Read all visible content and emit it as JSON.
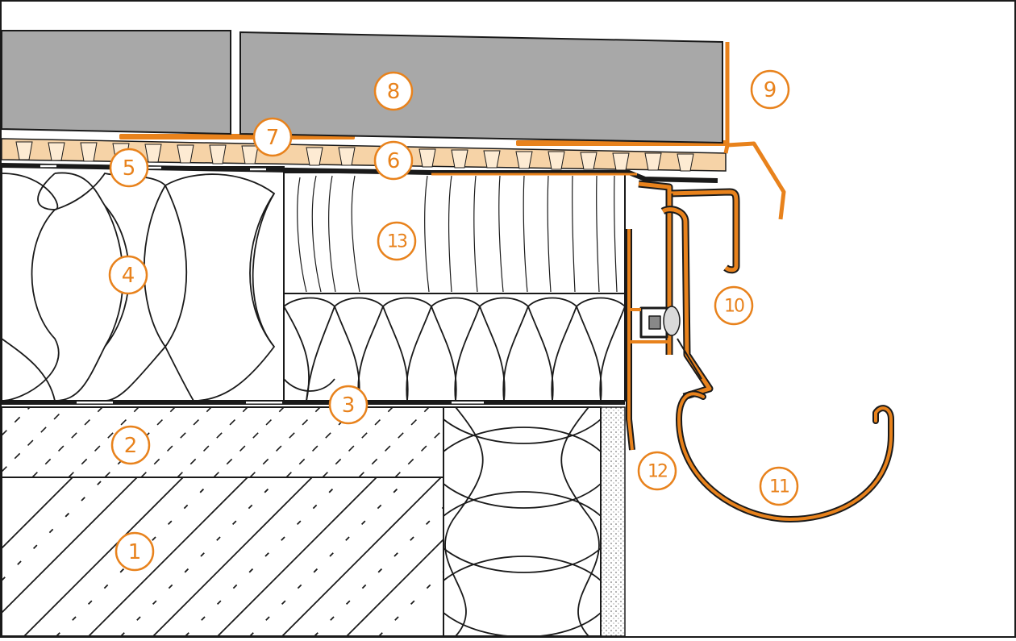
{
  "diagram": {
    "type": "construction-section",
    "colors": {
      "accent": "#e8821c",
      "pad": "#f6d3a7",
      "tile": "#a8a8a8",
      "line": "#1a1a1a",
      "background": "#ffffff"
    },
    "callouts": [
      {
        "id": "c1",
        "text": "1"
      },
      {
        "id": "c2",
        "text": "2"
      },
      {
        "id": "c3",
        "text": "3"
      },
      {
        "id": "c4",
        "text": "4"
      },
      {
        "id": "c5",
        "text": "5"
      },
      {
        "id": "c6",
        "text": "6"
      },
      {
        "id": "c7",
        "text": "7"
      },
      {
        "id": "c8",
        "text": "8"
      },
      {
        "id": "c9",
        "text": "9"
      },
      {
        "id": "c10",
        "text": "10"
      },
      {
        "id": "c11",
        "text": "11"
      },
      {
        "id": "c12",
        "text": "12"
      },
      {
        "id": "c13",
        "text": "13"
      }
    ]
  }
}
